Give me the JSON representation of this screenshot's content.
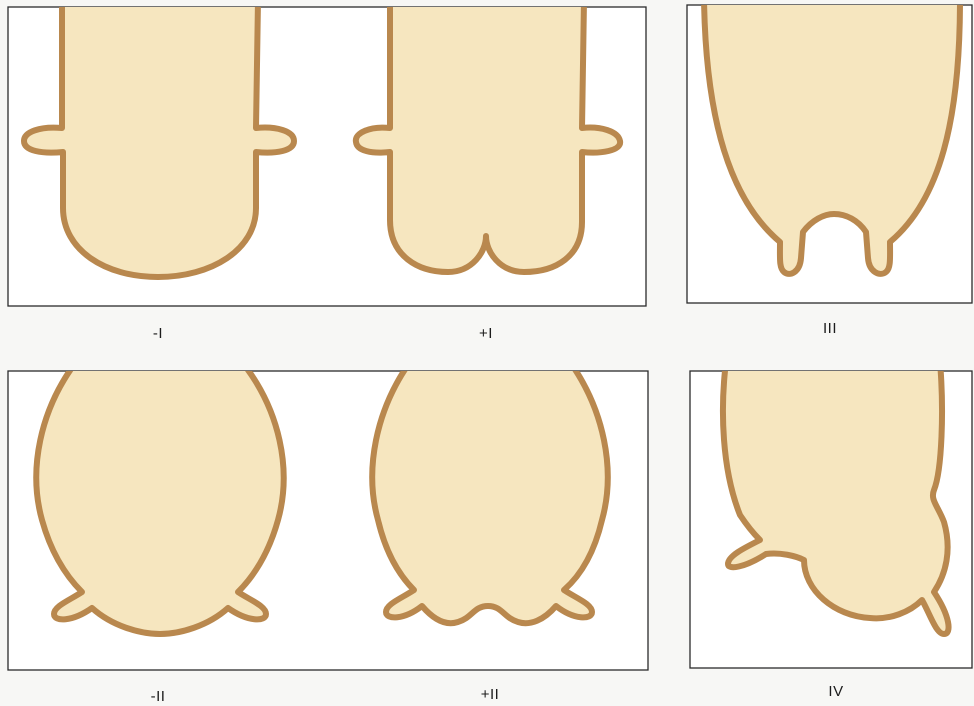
{
  "colors": {
    "udder_fill": "#f6e6bf",
    "udder_outline": "#b9884e",
    "panel_border": "#2b2b2b",
    "background": "#f7f7f5"
  },
  "panels": [
    {
      "id": "minus-i",
      "label": "-I",
      "shape": "cylindrical-udder-side-teats"
    },
    {
      "id": "plus-i",
      "label": "+I",
      "shape": "cylindrical-udder-notched-side-teats"
    },
    {
      "id": "iii",
      "label": "III",
      "shape": "pendulous-udder-two-teats"
    },
    {
      "id": "minus-ii",
      "label": "-II",
      "shape": "round-udder-two-teats"
    },
    {
      "id": "plus-ii",
      "label": "+II",
      "shape": "round-udder-wavy-two-teats"
    },
    {
      "id": "iv",
      "label": "IV",
      "shape": "asymmetric-udder-bulge"
    }
  ]
}
